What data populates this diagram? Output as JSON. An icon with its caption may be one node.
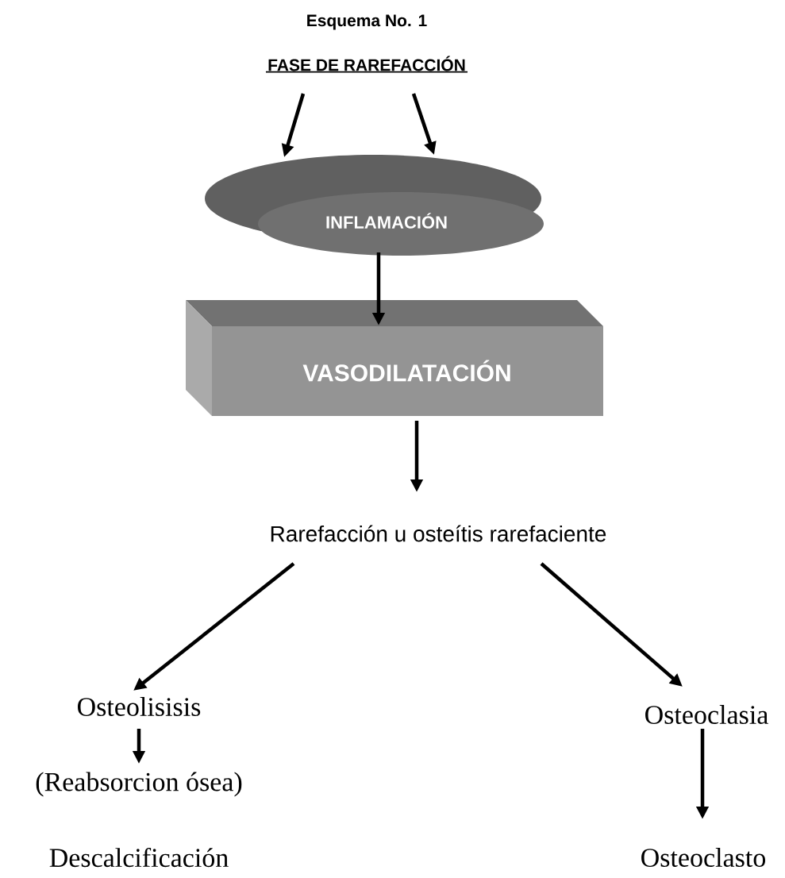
{
  "diagram": {
    "title": "Esquema No. 1",
    "nodes": [
      {
        "text": [
          "FASE DE RAREFACCIÓN"
        ]
      },
      {
        "text": [
          "INFLAMACIÓN"
        ]
      },
      {
        "text": [
          "VASODILATACIÓN"
        ]
      },
      {
        "text": [
          "Rarefacción u osteítis rarefaciente"
        ]
      },
      {
        "text": [
          "Osteolisisis"
        ]
      },
      {
        "text": [
          "Osteoclasia"
        ]
      },
      {
        "text": [
          "(Reabsorcion ósea)"
        ]
      },
      {
        "text": [
          "Osteoclasto"
        ]
      }
    ],
    "edges": [
      {
        "from": 0,
        "to": 1,
        "arrow": "to"
      },
      {
        "from": 0,
        "to": 1,
        "arrow": "to"
      },
      {
        "from": 1,
        "to": 2,
        "arrow": "to"
      },
      {
        "from": 2,
        "to": 3,
        "arrow": "to"
      },
      {
        "from": 3,
        "to": 4,
        "arrow": "to"
      },
      {
        "from": 3,
        "to": 5,
        "arrow": "to"
      },
      {
        "from": 4,
        "to": 6,
        "arrow": "to"
      },
      {
        "from": 5,
        "to": 7,
        "arrow": "to"
      }
    ],
    "labels": [
      "Descalcificación"
    ]
  }
}
